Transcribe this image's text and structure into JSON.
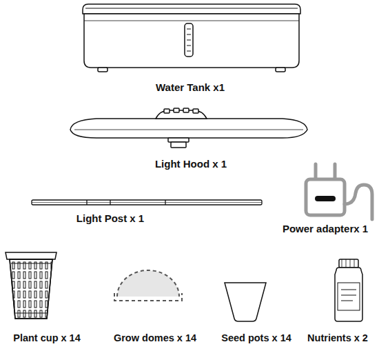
{
  "diagram": {
    "labels": [
      "Water Tank x1",
      "Light Hood x 1",
      "Light Post x 1",
      "Power adapterx 1",
      "Plant cup x 14",
      "Grow domes x 14",
      "Seed pots x 14",
      "Nutrients x 2"
    ]
  }
}
